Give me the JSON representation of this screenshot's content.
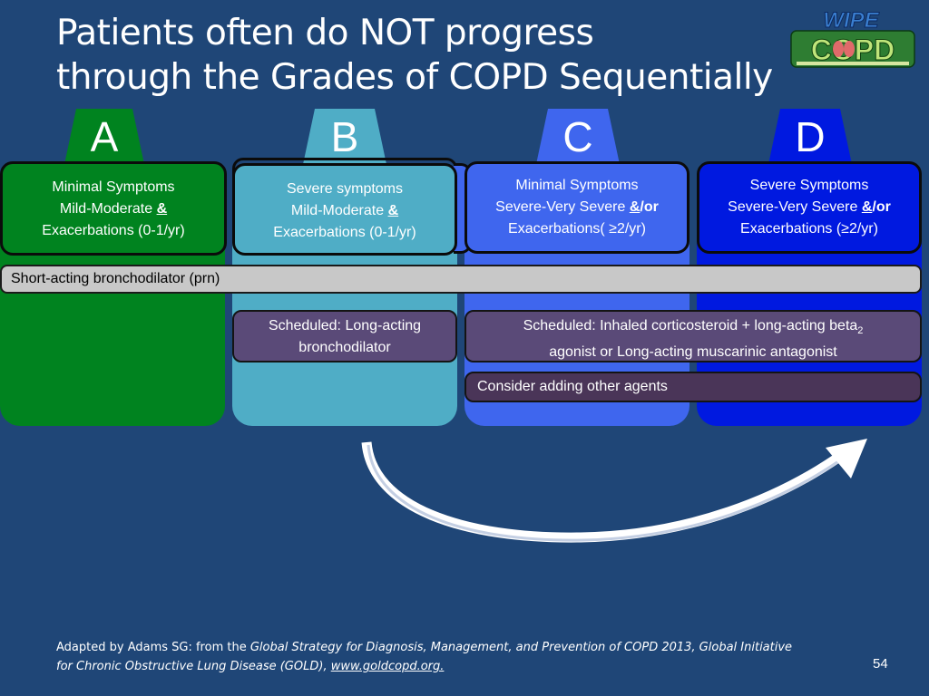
{
  "title": {
    "line1": "Patients often do NOT progress",
    "line2": "through the Grades of COPD Sequentially"
  },
  "logo": {
    "top": "WIPE",
    "bottom": "COPD",
    "icon": "lungs-logo-icon"
  },
  "grades": [
    {
      "letter": "A",
      "l1": "Minimal Symptoms",
      "l2": "Mild-Moderate",
      "conj": "&",
      "l3": "Exacerbations (0-1/yr)",
      "color": "#00831f"
    },
    {
      "letter": "B",
      "l1": "Severe symptoms",
      "l2": "Mild-Moderate",
      "conj": "&",
      "l3": "Exacerbations (0-1/yr)",
      "color": "#4fadc6"
    },
    {
      "letter": "C",
      "l1": "Minimal Symptoms",
      "l2": "Severe-Very Severe",
      "conj_amp": "&",
      "conj_or": "/or",
      "l3": "Exacerbations( ≥2/yr)",
      "color": "#3f66ee"
    },
    {
      "letter": "D",
      "l1": "Severe Symptoms",
      "l2": "Severe-Very Severe",
      "conj_amp": "&",
      "conj_or": "/or",
      "l3": "Exacerbations (≥2/yr)",
      "color": "#0019e0"
    }
  ],
  "treatments": {
    "short_acting": "Short-acting bronchodilator (prn)",
    "scheduled_b_l1": "Scheduled: Long-acting",
    "scheduled_b_l2": "bronchodilator",
    "scheduled_cd_l1": "Scheduled: Inhaled corticosteroid + long-acting beta",
    "scheduled_cd_sub": "2",
    "scheduled_cd_l2": "agonist or Long-acting muscarinic antagonist",
    "consider": "Consider adding other agents"
  },
  "footer": {
    "prefix": "Adapted by Adams SG: from the ",
    "italic1": "Global Strategy for Diagnosis, Management, and Prevention of COPD 2013, Global Initiative",
    "italic2": "for Chronic Obstructive Lung Disease (GOLD), ",
    "link": "www.goldcopd.org."
  },
  "page_number": "54",
  "colors": {
    "background": "#1f4677",
    "plum": "#5a4a78",
    "band": "#c8c8c8"
  }
}
